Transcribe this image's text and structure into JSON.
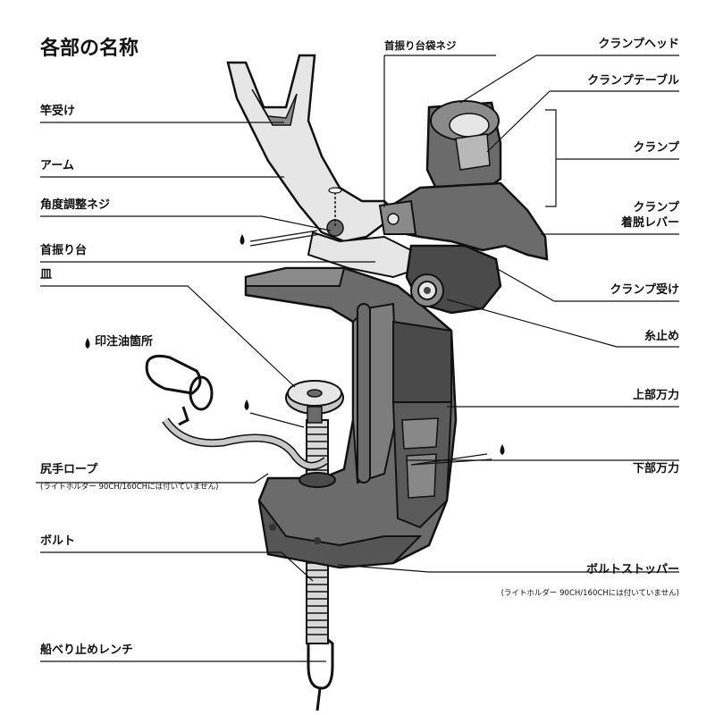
{
  "title": "各部の名称",
  "labels": {
    "neck_bag_screw": "首振り台袋ネジ",
    "clamp_head": "クランプヘッド",
    "clamp_table": "クランプテーブル",
    "rod_rest": "竿受け",
    "clamp": "クランプ",
    "arm": "アーム",
    "angle_screw": "角度調整ネジ",
    "clamp_lever_1": "クランプ",
    "clamp_lever_2": "着脱レバー",
    "swivel_base": "首振り台",
    "plate": "皿",
    "clamp_receiver": "クランプ受け",
    "line_stopper": "糸止め",
    "oil_points": "印注油箇所",
    "upper_vise": "上部万力",
    "butt_rope": "尻手ロープ",
    "butt_rope_note": "(ライトホルダー 90CH/160CHには付いていません)",
    "lower_vise": "下部万力",
    "bolt": "ボルト",
    "bolt_stopper": "ボルトストッパー",
    "bolt_stopper_note": "(ライトホルダー 90CH/160CHには付いていません)",
    "gunwale_wrench": "船べり止めレンチ"
  },
  "colors": {
    "body_gray": "#6b6b6b",
    "dark_gray": "#4a4a4a",
    "light_gray": "#c8c8c8",
    "line": "#111111"
  },
  "icons": [
    "oil-drop-icon"
  ]
}
